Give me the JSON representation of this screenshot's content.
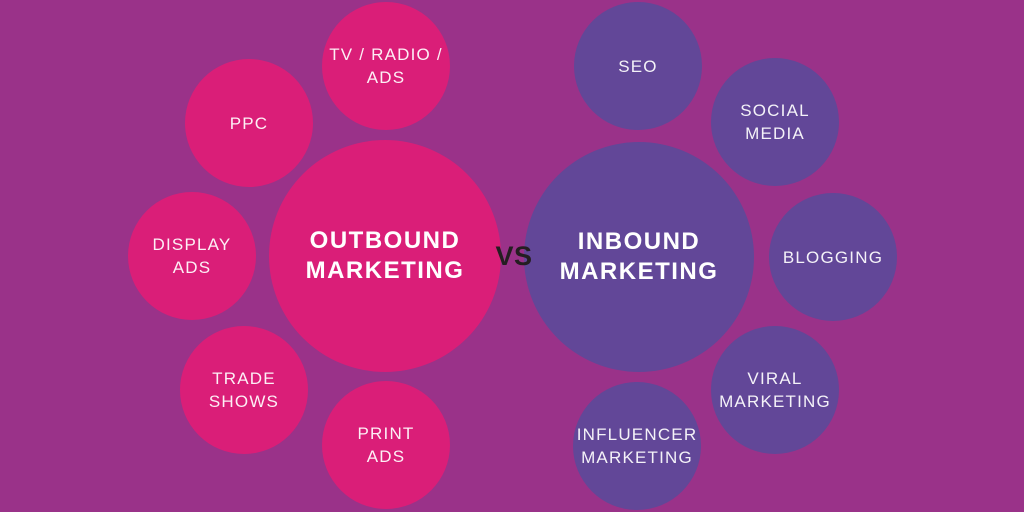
{
  "diagram": {
    "title_implied": "Outbound Marketing vs Inbound Marketing",
    "versus_label": "VS",
    "colors": {
      "background": "#9A3289",
      "outbound_bubble": "#DA1E78",
      "inbound_bubble": "#624798",
      "main_text": "#FFFFFF",
      "satellite_text": "#F2E6F0",
      "versus_text": "#241E21"
    },
    "outbound": {
      "main": {
        "lines": [
          "OUTBOUND",
          "MARKETING"
        ]
      },
      "satellites": [
        {
          "id": "tv-radio-ads",
          "lines": [
            "TV / RADIO /",
            "ADS"
          ]
        },
        {
          "id": "ppc",
          "lines": [
            "PPC",
            ""
          ]
        },
        {
          "id": "display-ads",
          "lines": [
            "DISPLAY",
            "ADS"
          ]
        },
        {
          "id": "trade-shows",
          "lines": [
            "TRADE",
            "SHOWS"
          ]
        },
        {
          "id": "print-ads",
          "lines": [
            "PRINT",
            "ADS"
          ]
        }
      ]
    },
    "inbound": {
      "main": {
        "lines": [
          "INBOUND",
          "MARKETING"
        ]
      },
      "satellites": [
        {
          "id": "seo",
          "lines": [
            "SEO",
            ""
          ]
        },
        {
          "id": "social-media",
          "lines": [
            "SOCIAL",
            "MEDIA"
          ]
        },
        {
          "id": "blogging",
          "lines": [
            "BLOGGING",
            ""
          ]
        },
        {
          "id": "viral-marketing",
          "lines": [
            "VIRAL",
            "MARKETING"
          ]
        },
        {
          "id": "influencer-marketing",
          "lines": [
            "INFLUENCER",
            "MARKETING"
          ]
        }
      ]
    }
  }
}
